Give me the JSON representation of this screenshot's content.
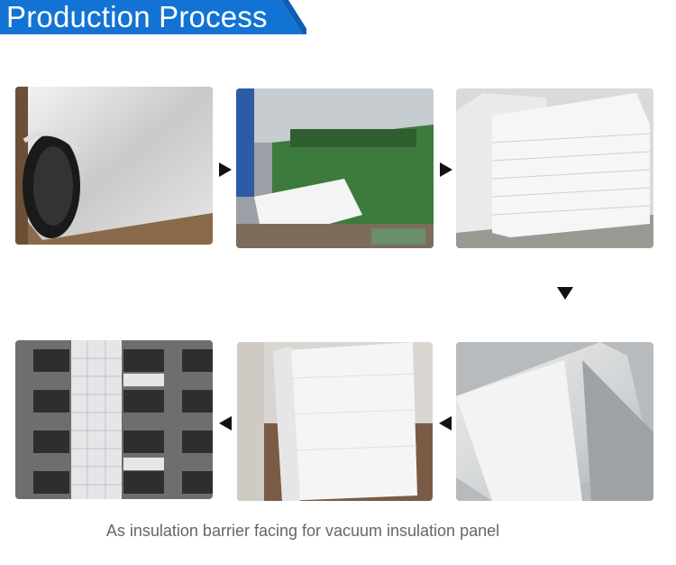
{
  "banner": {
    "title": "Production Process",
    "color": "#1273d4",
    "accent_color": "#0e5fb3"
  },
  "steps": [
    {
      "name": "foil-roll-photo",
      "icon": "roll-image"
    },
    {
      "name": "bag-making-machine-photo",
      "icon": "machine-image"
    },
    {
      "name": "stacked-bags-photo",
      "icon": "stack-image"
    },
    {
      "name": "foil-bag-photo",
      "icon": "bag-image"
    },
    {
      "name": "insulation-panel-photo",
      "icon": "panel-image"
    },
    {
      "name": "building-facade-photo",
      "icon": "building-image"
    }
  ],
  "caption": "As insulation barrier facing for vacuum insulation panel"
}
